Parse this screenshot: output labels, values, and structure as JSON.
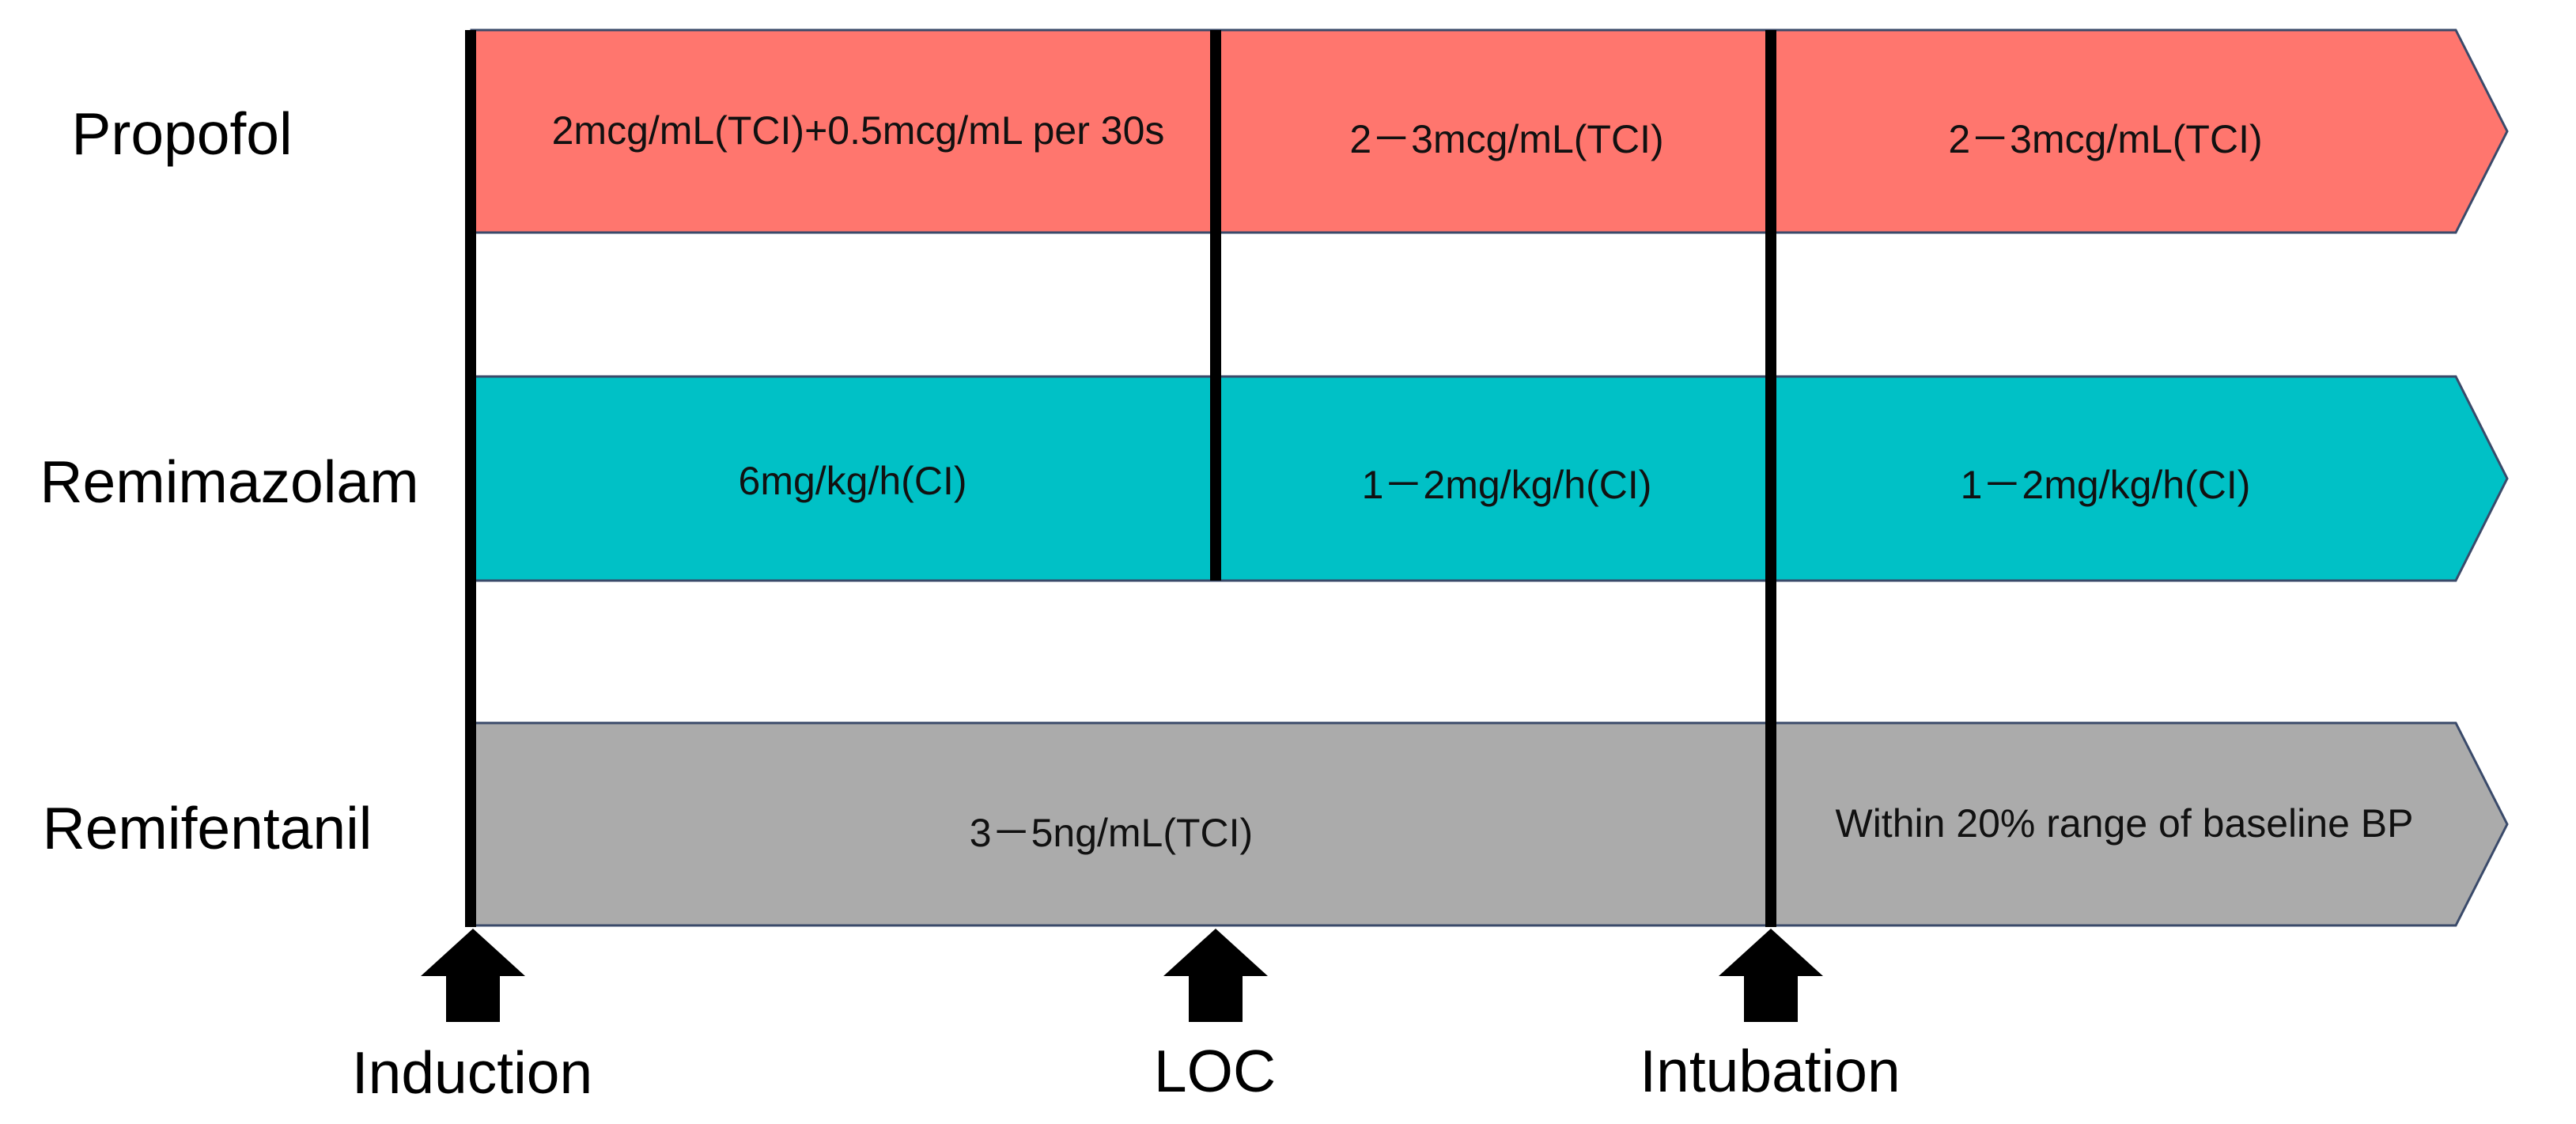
{
  "colors": {
    "propofol": "#FF766E",
    "remimazolam": "#00C1C6",
    "remifentanil": "#ABABAB",
    "outline": "#3A4A6A",
    "line": "#000000"
  },
  "drugs": [
    {
      "name": "Propofol",
      "color_key": "propofol",
      "segments": [
        "2mcg/mL(TCI)+0.5mcg/mL per 30s",
        "2－3mcg/mL(TCI)",
        "2－3mcg/mL(TCI)"
      ]
    },
    {
      "name": "Remimazolam",
      "color_key": "remimazolam",
      "segments": [
        "6mg/kg/h(CI)",
        "1－2mg/kg/h(CI)",
        "1－2mg/kg/h(CI)"
      ]
    },
    {
      "name": "Remifentanil",
      "color_key": "remifentanil",
      "segments": [
        "3－5ng/mL(TCI)",
        "Within 20% range of baseline BP"
      ]
    }
  ],
  "events": [
    {
      "label": "Induction"
    },
    {
      "label": "LOC"
    },
    {
      "label": "Intubation"
    }
  ]
}
